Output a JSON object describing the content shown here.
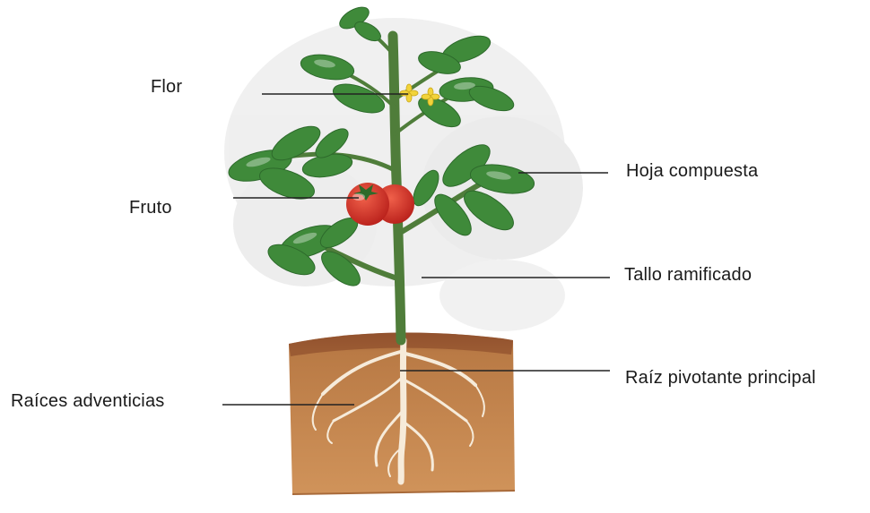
{
  "labels": {
    "flower": "Flor",
    "fruit": "Fruto",
    "compound_leaf": "Hoja compuesta",
    "branched_stem": "Tallo ramificado",
    "main_taproot": "Raíz pivotante principal",
    "adventitious_roots": "Raíces adventicias"
  },
  "colors": {
    "soil": "#c98a4e",
    "soil_top": "#8a5230",
    "leaf": "#3f8a3a",
    "leaf_dark": "#2d6a2b",
    "stem": "#4f7d3a",
    "tomato": "#d9302a",
    "flower": "#f2d33a",
    "root": "#f3e6d2",
    "leader_line": "#222222"
  }
}
